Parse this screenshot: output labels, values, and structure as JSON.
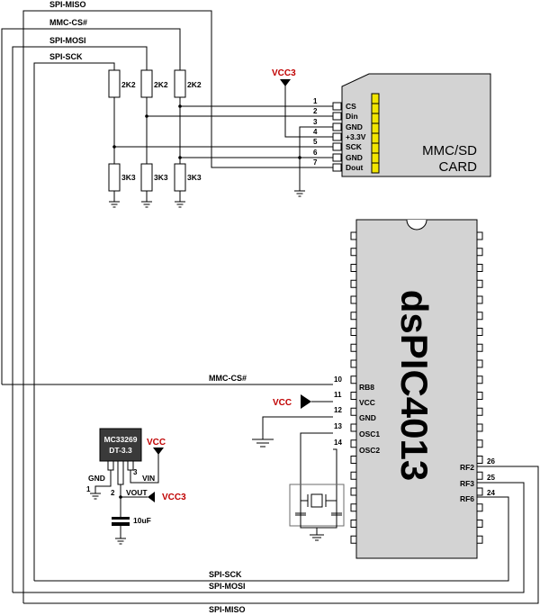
{
  "signals": {
    "spi_miso": "SPI-MISO",
    "mmc_cs": "MMC-CS#",
    "spi_mosi": "SPI-MOSI",
    "spi_sck": "SPI-SCK"
  },
  "power": {
    "vcc3": "VCC3",
    "vcc": "VCC"
  },
  "resistors": {
    "top": [
      "2K2",
      "2K2",
      "2K2"
    ],
    "bottom": [
      "3K3",
      "3K3",
      "3K3"
    ]
  },
  "card": {
    "line1": "MMC/SD",
    "line2": "CARD",
    "pins": [
      {
        "num": "1",
        "name": "CS"
      },
      {
        "num": "2",
        "name": "Din"
      },
      {
        "num": "3",
        "name": "GND"
      },
      {
        "num": "4",
        "name": "+3.3V"
      },
      {
        "num": "5",
        "name": "SCK"
      },
      {
        "num": "6",
        "name": "GND"
      },
      {
        "num": "7",
        "name": "Dout"
      }
    ]
  },
  "mcu": {
    "name": "dsPIC4013",
    "left_pins": [
      {
        "num": "10",
        "name": "RB8"
      },
      {
        "num": "11",
        "name": "VCC"
      },
      {
        "num": "12",
        "name": "GND"
      },
      {
        "num": "13",
        "name": "OSC1"
      },
      {
        "num": "14",
        "name": "OSC2"
      }
    ],
    "right_pins": [
      {
        "num": "26",
        "name": "RF2"
      },
      {
        "num": "25",
        "name": "RF3"
      },
      {
        "num": "24",
        "name": "RF6"
      }
    ]
  },
  "regulator": {
    "line1": "MC33269",
    "line2": "DT-3.3",
    "pins": [
      {
        "num": "1",
        "name": "GND"
      },
      {
        "num": "2",
        "name": "VOUT"
      },
      {
        "num": "3",
        "name": "VIN"
      }
    ],
    "capacitor": "10uF"
  },
  "colors": {
    "power_label": "#c00000",
    "chip_fill": "#d3d3d3",
    "regulator_fill": "#3a3a3a"
  }
}
